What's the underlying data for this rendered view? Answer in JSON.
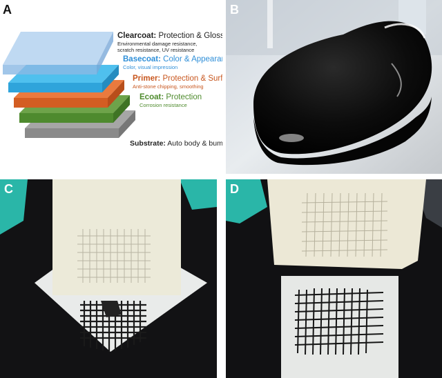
{
  "panels": {
    "a": {
      "letter": "A",
      "layers": [
        {
          "title": "Clearcoat:",
          "subtitle": "Protection & Gloss",
          "detail1": "Environmental damage resistance,",
          "detail2": "scratch resistance, UV resistance",
          "color": "#222222"
        },
        {
          "title": "Basecoat:",
          "subtitle": "Color & Appearance",
          "detail1": "Color, visual impression",
          "detail2": "",
          "color": "#2f8fd8"
        },
        {
          "title": "Primer:",
          "subtitle": "Protection & Surface",
          "detail1": "Anti-stone chipping, smoothing",
          "detail2": "",
          "color": "#c8571f"
        },
        {
          "title": "Ecoat:",
          "subtitle": "Protection",
          "detail1": "Corrosion resistance",
          "detail2": "",
          "color": "#4d8a2c"
        },
        {
          "title": "Substrate:",
          "subtitle": "Auto body & bumper",
          "detail1": "",
          "detail2": "",
          "color": "#222222"
        }
      ]
    },
    "b": {
      "letter": "B"
    },
    "c": {
      "letter": "C"
    },
    "d": {
      "letter": "D"
    }
  }
}
